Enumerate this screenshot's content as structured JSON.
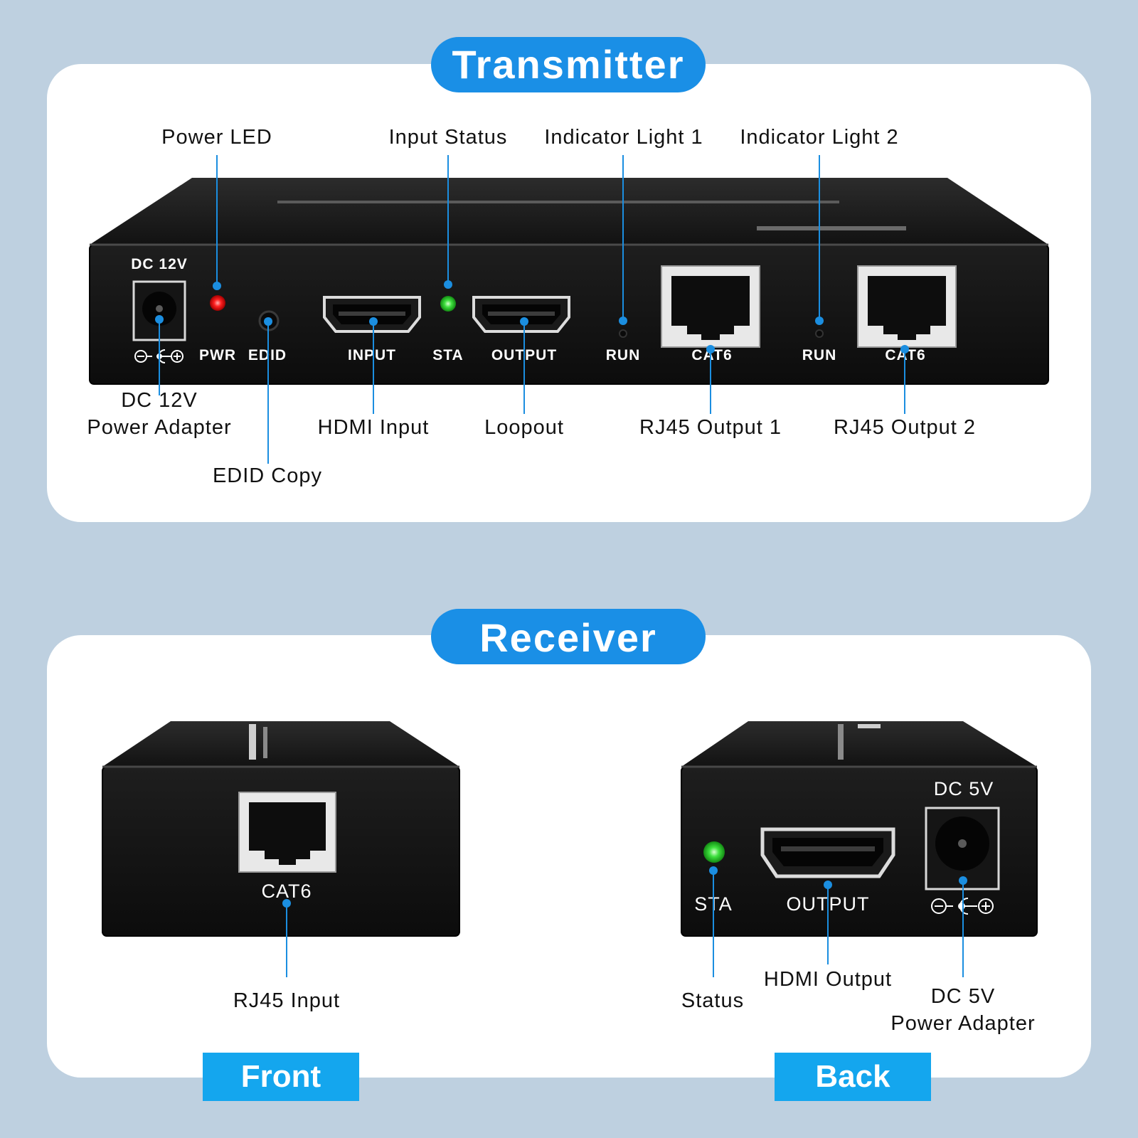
{
  "transmitter": {
    "title": "Transmitter",
    "device_labels": {
      "dc": "DC 12V",
      "pwr": "PWR",
      "edid": "EDID",
      "input": "INPUT",
      "sta": "STA",
      "output": "OUTPUT",
      "run1": "RUN",
      "cat6_1": "CAT6",
      "run2": "RUN",
      "cat6_2": "CAT6"
    },
    "callouts": {
      "power_led": "Power LED",
      "input_status": "Input Status",
      "indicator_light_1": "Indicator Light 1",
      "indicator_light_2": "Indicator Light 2",
      "dc_adapter_line1": "DC 12V",
      "dc_adapter_line2": "Power Adapter",
      "hdmi_input": "HDMI Input",
      "loopout": "Loopout",
      "rj45_output_1": "RJ45 Output 1",
      "rj45_output_2": "RJ45 Output 2",
      "edid_copy": "EDID Copy"
    }
  },
  "receiver": {
    "title": "Receiver",
    "front": {
      "tag": "Front",
      "device_label": "CAT6",
      "callout": "RJ45 Input"
    },
    "back": {
      "tag": "Back",
      "device_labels": {
        "sta": "STA",
        "output": "OUTPUT",
        "dc": "DC 5V"
      },
      "callouts": {
        "status": "Status",
        "hdmi_output": "HDMI Output",
        "dc_line1": "DC 5V",
        "dc_line2": "Power Adapter"
      }
    }
  },
  "colors": {
    "background": "#bed0e0",
    "accent": "#1a8fe6",
    "tag": "#14a6ee",
    "led_red": "#ff2020",
    "led_green": "#3ee03e"
  }
}
